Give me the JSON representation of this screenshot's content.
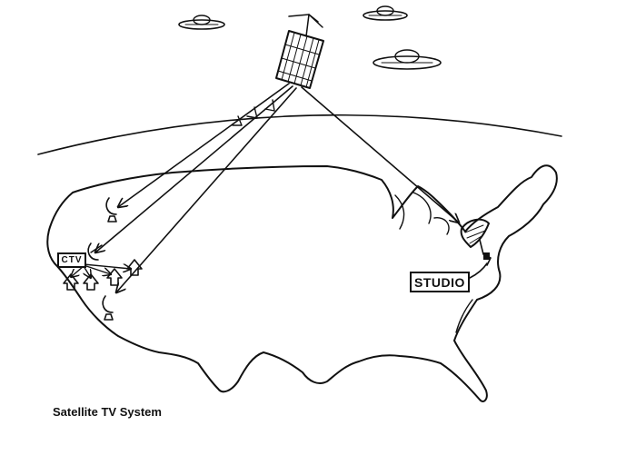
{
  "caption": "Satellite TV System",
  "labels": {
    "ctv": "CTV",
    "studio": "STUDIO"
  },
  "colors": {
    "ink": "#111111",
    "background": "#ffffff"
  }
}
